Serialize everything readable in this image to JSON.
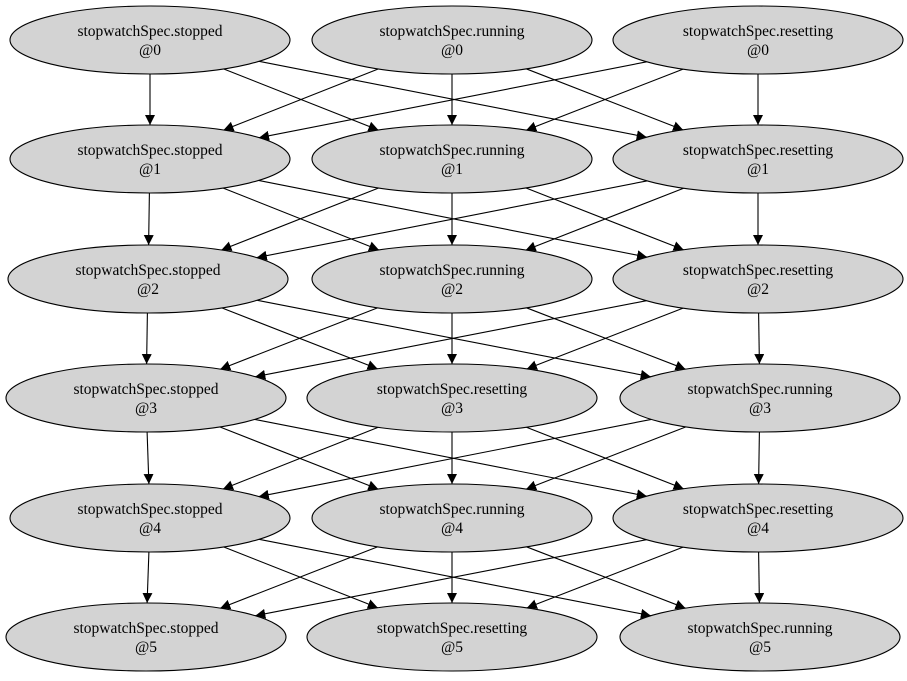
{
  "graph": {
    "nodes": [
      {
        "id": "r0c0",
        "name": "stopwatchSpec.stopped",
        "step": "@0"
      },
      {
        "id": "r0c1",
        "name": "stopwatchSpec.running",
        "step": "@0"
      },
      {
        "id": "r0c2",
        "name": "stopwatchSpec.resetting",
        "step": "@0"
      },
      {
        "id": "r1c0",
        "name": "stopwatchSpec.stopped",
        "step": "@1"
      },
      {
        "id": "r1c1",
        "name": "stopwatchSpec.running",
        "step": "@1"
      },
      {
        "id": "r1c2",
        "name": "stopwatchSpec.resetting",
        "step": "@1"
      },
      {
        "id": "r2c0",
        "name": "stopwatchSpec.stopped",
        "step": "@2"
      },
      {
        "id": "r2c1",
        "name": "stopwatchSpec.running",
        "step": "@2"
      },
      {
        "id": "r2c2",
        "name": "stopwatchSpec.resetting",
        "step": "@2"
      },
      {
        "id": "r3c0",
        "name": "stopwatchSpec.stopped",
        "step": "@3"
      },
      {
        "id": "r3c1",
        "name": "stopwatchSpec.resetting",
        "step": "@3"
      },
      {
        "id": "r3c2",
        "name": "stopwatchSpec.running",
        "step": "@3"
      },
      {
        "id": "r4c0",
        "name": "stopwatchSpec.stopped",
        "step": "@4"
      },
      {
        "id": "r4c1",
        "name": "stopwatchSpec.running",
        "step": "@4"
      },
      {
        "id": "r4c2",
        "name": "stopwatchSpec.resetting",
        "step": "@4"
      },
      {
        "id": "r5c0",
        "name": "stopwatchSpec.stopped",
        "step": "@5"
      },
      {
        "id": "r5c1",
        "name": "stopwatchSpec.resetting",
        "step": "@5"
      },
      {
        "id": "r5c2",
        "name": "stopwatchSpec.running",
        "step": "@5"
      }
    ],
    "edges": [
      [
        "r0c0",
        "r1c0"
      ],
      [
        "r0c0",
        "r1c1"
      ],
      [
        "r0c0",
        "r1c2"
      ],
      [
        "r0c1",
        "r1c0"
      ],
      [
        "r0c1",
        "r1c1"
      ],
      [
        "r0c1",
        "r1c2"
      ],
      [
        "r0c2",
        "r1c0"
      ],
      [
        "r0c2",
        "r1c1"
      ],
      [
        "r0c2",
        "r1c2"
      ],
      [
        "r1c0",
        "r2c0"
      ],
      [
        "r1c0",
        "r2c1"
      ],
      [
        "r1c0",
        "r2c2"
      ],
      [
        "r1c1",
        "r2c0"
      ],
      [
        "r1c1",
        "r2c1"
      ],
      [
        "r1c1",
        "r2c2"
      ],
      [
        "r1c2",
        "r2c0"
      ],
      [
        "r1c2",
        "r2c1"
      ],
      [
        "r1c2",
        "r2c2"
      ],
      [
        "r2c0",
        "r3c0"
      ],
      [
        "r2c0",
        "r3c1"
      ],
      [
        "r2c0",
        "r3c2"
      ],
      [
        "r2c1",
        "r3c0"
      ],
      [
        "r2c1",
        "r3c1"
      ],
      [
        "r2c1",
        "r3c2"
      ],
      [
        "r2c2",
        "r3c0"
      ],
      [
        "r2c2",
        "r3c1"
      ],
      [
        "r2c2",
        "r3c2"
      ],
      [
        "r3c0",
        "r4c0"
      ],
      [
        "r3c0",
        "r4c1"
      ],
      [
        "r3c0",
        "r4c2"
      ],
      [
        "r3c1",
        "r4c0"
      ],
      [
        "r3c1",
        "r4c1"
      ],
      [
        "r3c1",
        "r4c2"
      ],
      [
        "r3c2",
        "r4c0"
      ],
      [
        "r3c2",
        "r4c1"
      ],
      [
        "r3c2",
        "r4c2"
      ],
      [
        "r4c0",
        "r5c0"
      ],
      [
        "r4c0",
        "r5c1"
      ],
      [
        "r4c0",
        "r5c2"
      ],
      [
        "r4c1",
        "r5c0"
      ],
      [
        "r4c1",
        "r5c1"
      ],
      [
        "r4c1",
        "r5c2"
      ],
      [
        "r4c2",
        "r5c0"
      ],
      [
        "r4c2",
        "r5c1"
      ],
      [
        "r4c2",
        "r5c2"
      ]
    ]
  }
}
